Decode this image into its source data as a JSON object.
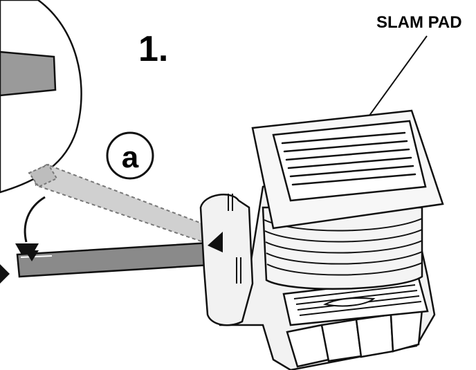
{
  "step_number": "1.",
  "callout_letter": "a",
  "part_label": "SLAM PAD",
  "colors": {
    "outline": "#111111",
    "handle_fill": "#8a8a8a",
    "handle_ghost_fill": "#cfcfcf",
    "body_fill": "#f2f2f2",
    "background": "#ffffff"
  },
  "icons": [
    "down-arrow-icon",
    "curved-arrow-icon",
    "left-arrow-icon"
  ]
}
